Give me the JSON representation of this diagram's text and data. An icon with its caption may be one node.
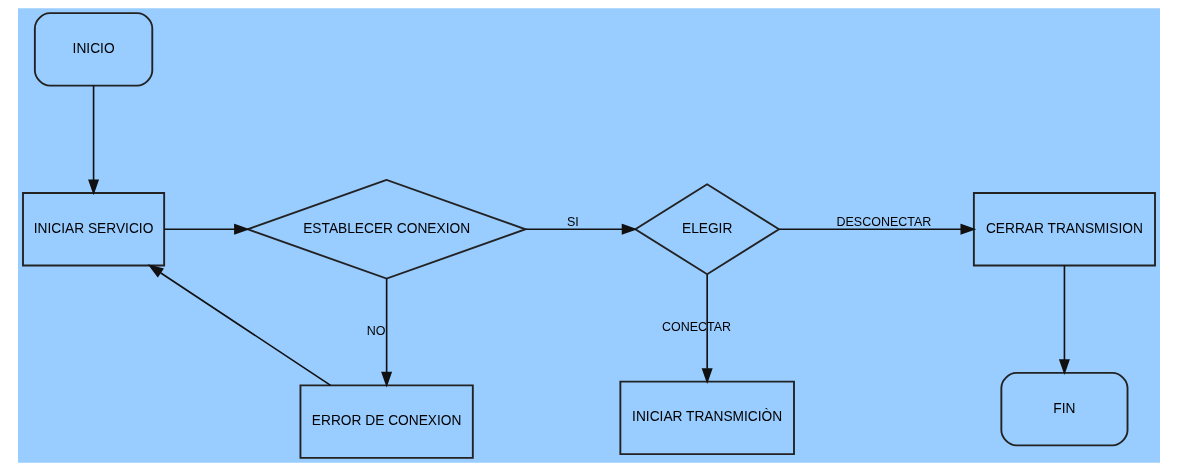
{
  "diagram": {
    "nodes": [
      {
        "text": [
          "INICIO"
        ]
      },
      {
        "text": [
          "INICIAR SERVICIO"
        ]
      },
      {
        "text": [
          "ESTABLECER CONEXION"
        ]
      },
      {
        "text": [
          "ERROR DE CONEXION"
        ]
      },
      {
        "text": [
          "ELEGIR"
        ]
      },
      {
        "text": [
          "INICIAR TRANSMICIÒN"
        ]
      },
      {
        "text": [
          "CERRAR TRANSMISION"
        ]
      },
      {
        "text": [
          "FIN"
        ]
      }
    ],
    "edges": [
      {
        "from": 0,
        "to": 1,
        "arrow": "to"
      },
      {
        "from": 1,
        "to": 2,
        "arrow": "to"
      },
      {
        "from": 2,
        "to": 4,
        "arrow": "to",
        "label": "SI"
      },
      {
        "from": 2,
        "to": 3,
        "arrow": "to",
        "label": "NO"
      },
      {
        "from": 3,
        "to": 1,
        "arrow": "to"
      },
      {
        "from": 4,
        "to": 6,
        "arrow": "to",
        "label": "DESCONECTAR"
      },
      {
        "from": 4,
        "to": 5,
        "arrow": "to",
        "label": "CONECTAR"
      },
      {
        "from": 6,
        "to": 7,
        "arrow": "to"
      }
    ]
  }
}
